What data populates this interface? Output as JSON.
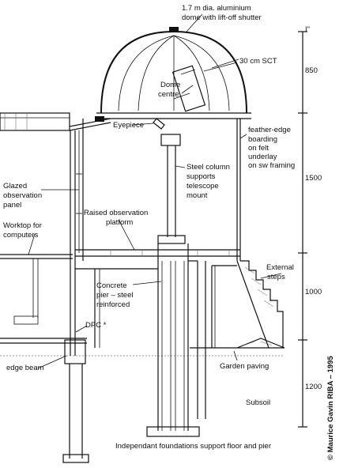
{
  "labels": {
    "dome": [
      "1.7 m dia. aluminium",
      "dome with lift-off shutter"
    ],
    "sct": "30 cm SCT",
    "dome_centre": [
      "Dome",
      "centre"
    ],
    "eyepiece": "Eyepiece",
    "cladding": [
      "feather-edge",
      "boarding",
      "on felt",
      "underlay",
      "on sw framing"
    ],
    "glazed_panel": [
      "Glazed",
      "observation",
      "panel"
    ],
    "steel_column": [
      "Steel column",
      "supports",
      "telescope",
      "mount"
    ],
    "raised_platform": [
      "Raised observation",
      "platform"
    ],
    "worktop": [
      "Worktop for",
      "computers"
    ],
    "external_steps": [
      "External",
      "steps"
    ],
    "concrete_pier": [
      "Concrete",
      "pier – steel",
      "reinforced"
    ],
    "dpc": "DPC *",
    "edge_beam": "edge beam",
    "garden_paving": "Garden paving",
    "subsoil": "Subsoil",
    "foundations": "Independant foundations support floor and pier",
    "credit": "© Maurice Gavin RIBA – 1995"
  },
  "dimensions": {
    "top_tick": "I\"",
    "d1": "850",
    "d2": "1500",
    "d3": "1000",
    "d4": "1200"
  }
}
